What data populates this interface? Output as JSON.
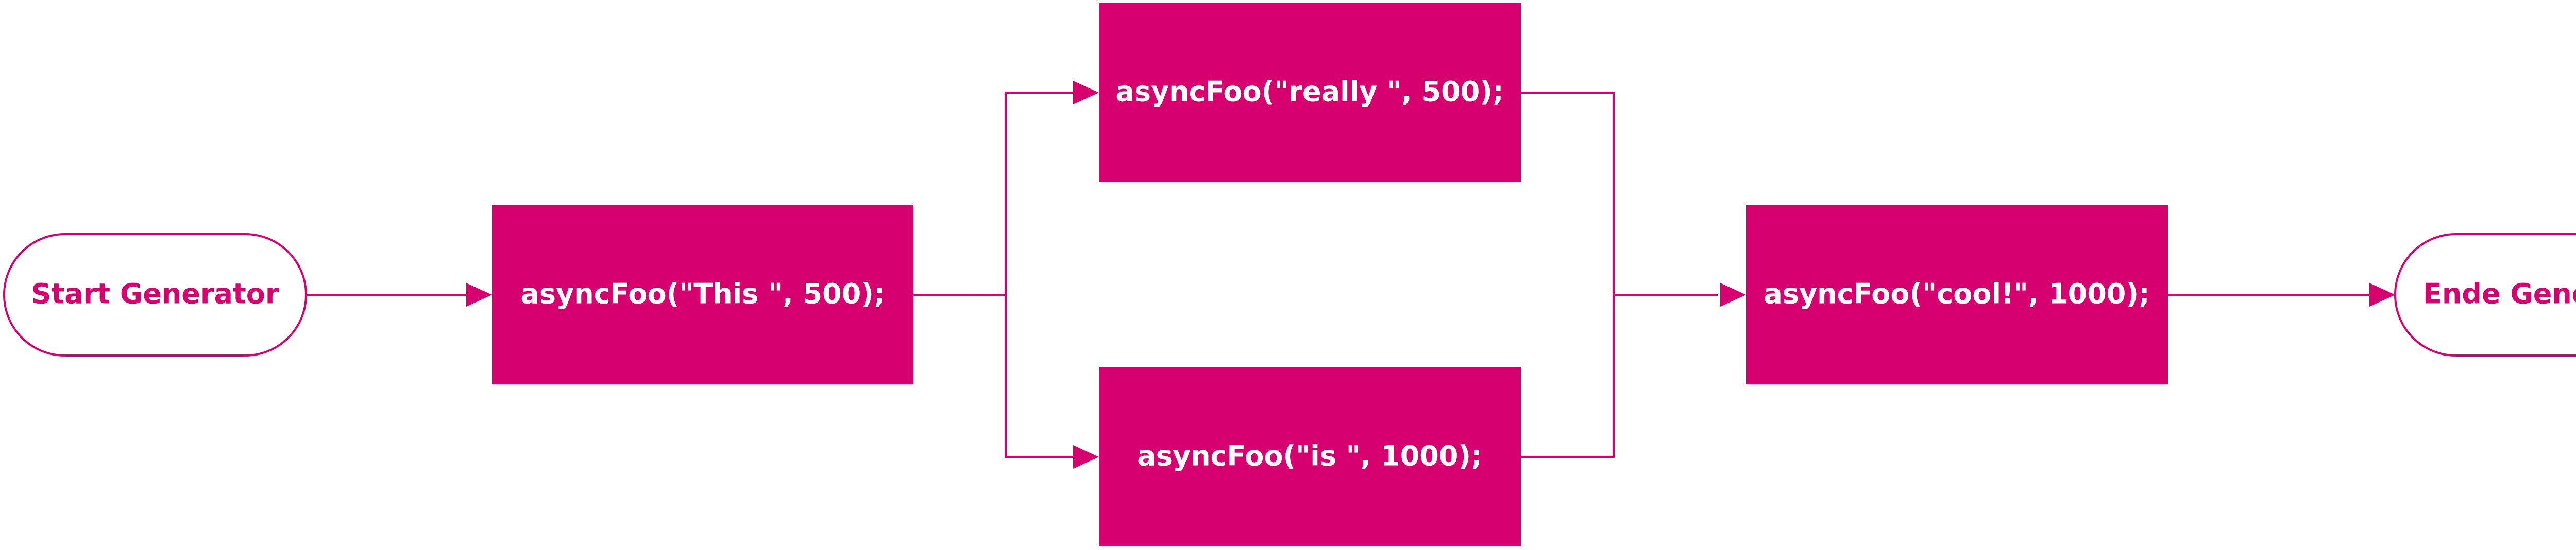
{
  "colors": {
    "accent": "#d6006f",
    "background": "#ffffff",
    "box_text": "#ffffff"
  },
  "nodes": {
    "start": {
      "label": "Start Generator"
    },
    "step_this": {
      "label": "asyncFoo(\"This \", 500);"
    },
    "step_really": {
      "label": "asyncFoo(\"really \", 500);"
    },
    "step_is": {
      "label": "asyncFoo(\"is \", 1000);"
    },
    "step_cool": {
      "label": "asyncFoo(\"cool!\", 1000);"
    },
    "end": {
      "label": "Ende Generator"
    }
  }
}
